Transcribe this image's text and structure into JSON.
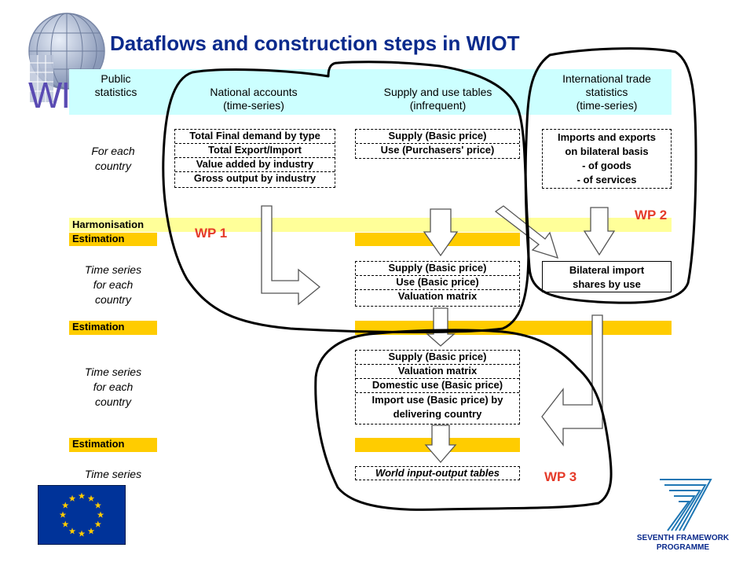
{
  "title": "Dataflows and construction steps in WIOT",
  "logo_text": "WI",
  "headers": {
    "public": "Public\nstatistics",
    "national": "National accounts\n(time-series)",
    "supply_use": "Supply and use tables\n(infrequent)",
    "trade": "International trade\nstatistics\n(time-series)"
  },
  "row_labels": {
    "country": "For each\ncountry",
    "ts1": "Time series\nfor each\ncountry",
    "ts2": "Time series\nfor each\ncountry",
    "ts3": "Time series"
  },
  "bars": {
    "harmonisation": "Harmonisation",
    "estimation1": "Estimation",
    "estimation2": "Estimation",
    "estimation3": "Estimation"
  },
  "boxes": {
    "national": [
      "Total Final demand by type",
      "Total Export/Import",
      "Value added by industry",
      "Gross output by industry"
    ],
    "sut1": [
      "Supply (Basic price)",
      "Use (Purchasers' price)"
    ],
    "trade": [
      "Imports and exports\non bilateral basis\n- of goods\n- of services"
    ],
    "sut2": [
      "Supply (Basic price)",
      "Use (Basic price)",
      "Valuation matrix"
    ],
    "bilateral": [
      "Bilateral import\nshares by use"
    ],
    "sut3": [
      "Supply (Basic price)",
      "Valuation matrix",
      "Domestic use (Basic price)",
      "Import use (Basic price) by\ndelivering country"
    ],
    "wiot": [
      "World input-output tables"
    ]
  },
  "work_packages": {
    "wp1": "WP 1",
    "wp2": "WP 2",
    "wp3": "WP 3"
  },
  "footer": {
    "fp7_line1": "SEVENTH FRAMEWORK",
    "fp7_line2": "PROGRAMME"
  },
  "colors": {
    "title": "#0a2a8c",
    "header_band": "#ccffff",
    "harmonisation_band": "#ffff99",
    "estimation_band": "#ffcc00",
    "wp": "#e53b2a",
    "eu_blue": "#003399",
    "eu_star": "#ffcc00"
  }
}
